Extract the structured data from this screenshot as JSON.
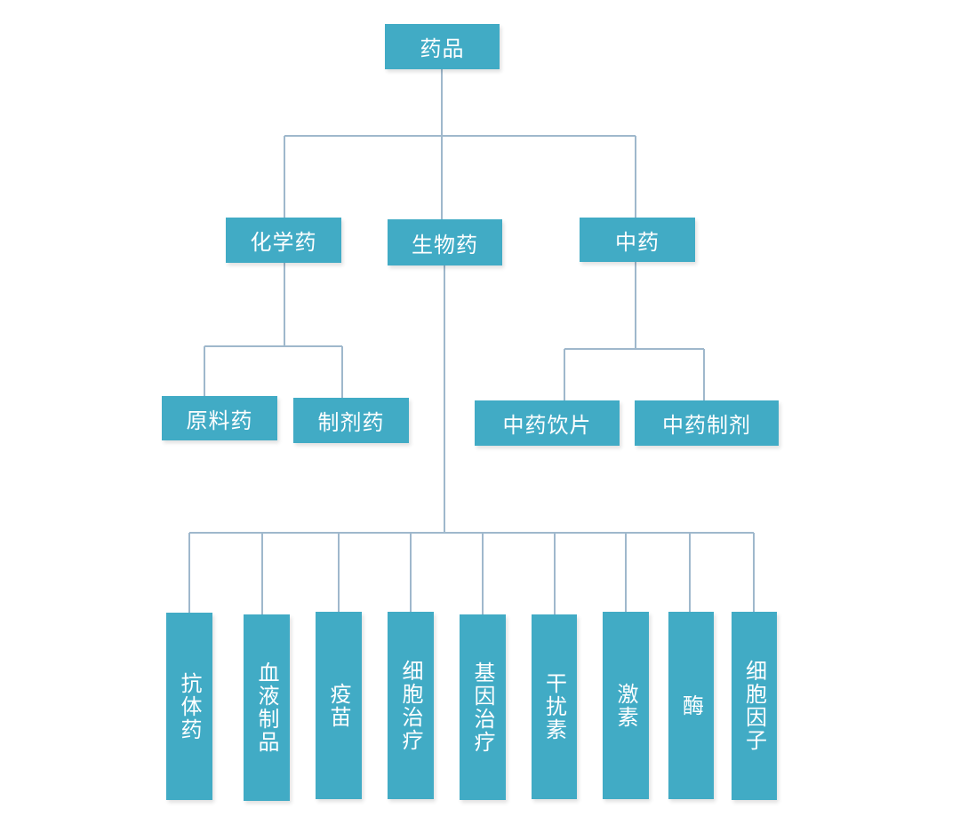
{
  "root": "药品",
  "level1": {
    "chem": "化学药",
    "bio": "生物药",
    "tcm": "中药"
  },
  "chem_children": [
    "原料药",
    "制剂药"
  ],
  "tcm_children": [
    "中药饮片",
    "中药制剂"
  ],
  "bio_children": [
    "抗体药",
    "血液制品",
    "疫苗",
    "细胞治疗",
    "基因治疗",
    "干扰素",
    "激素",
    "酶",
    "细胞因子"
  ],
  "colors": {
    "node": "#41abc5",
    "connector": "#9fb8cc",
    "text": "#ffffff"
  }
}
